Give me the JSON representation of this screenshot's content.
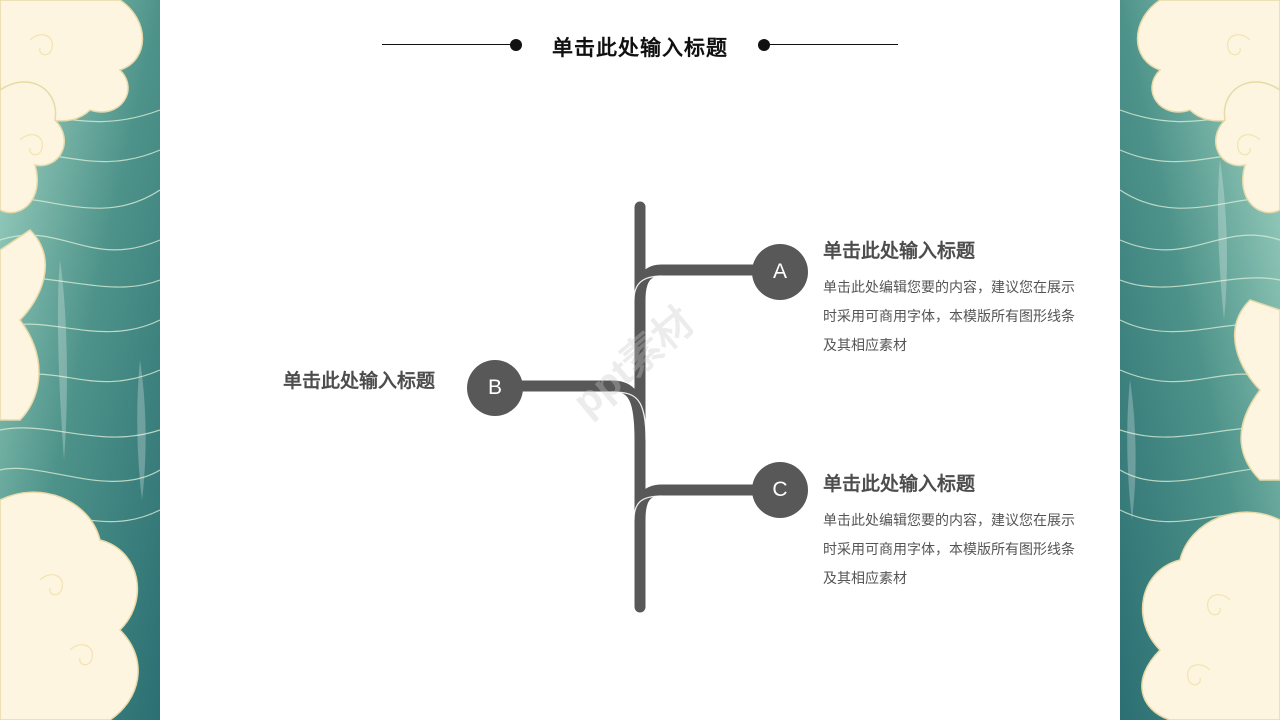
{
  "title": "单击此处输入标题",
  "watermark": "ppt素材",
  "nodes": [
    {
      "letter": "A",
      "heading": "单击此处输入标题",
      "text": "单击此处编辑您要的内容，建议您在展示时采用可商用字体，本模版所有图形线条及其相应素材"
    },
    {
      "letter": "B",
      "heading": "单击此处输入标题"
    },
    {
      "letter": "C",
      "heading": "单击此处输入标题",
      "text": "单击此处编辑您要的内容，建议您在展示时采用可商用字体，本模版所有图形线条及其相应素材"
    }
  ],
  "colors": {
    "node": "#585858",
    "text": "#4d4d4d",
    "border_dark": "#2f7a6f",
    "border_light": "#9fd2c3",
    "cloud": "#fdf5e0"
  }
}
